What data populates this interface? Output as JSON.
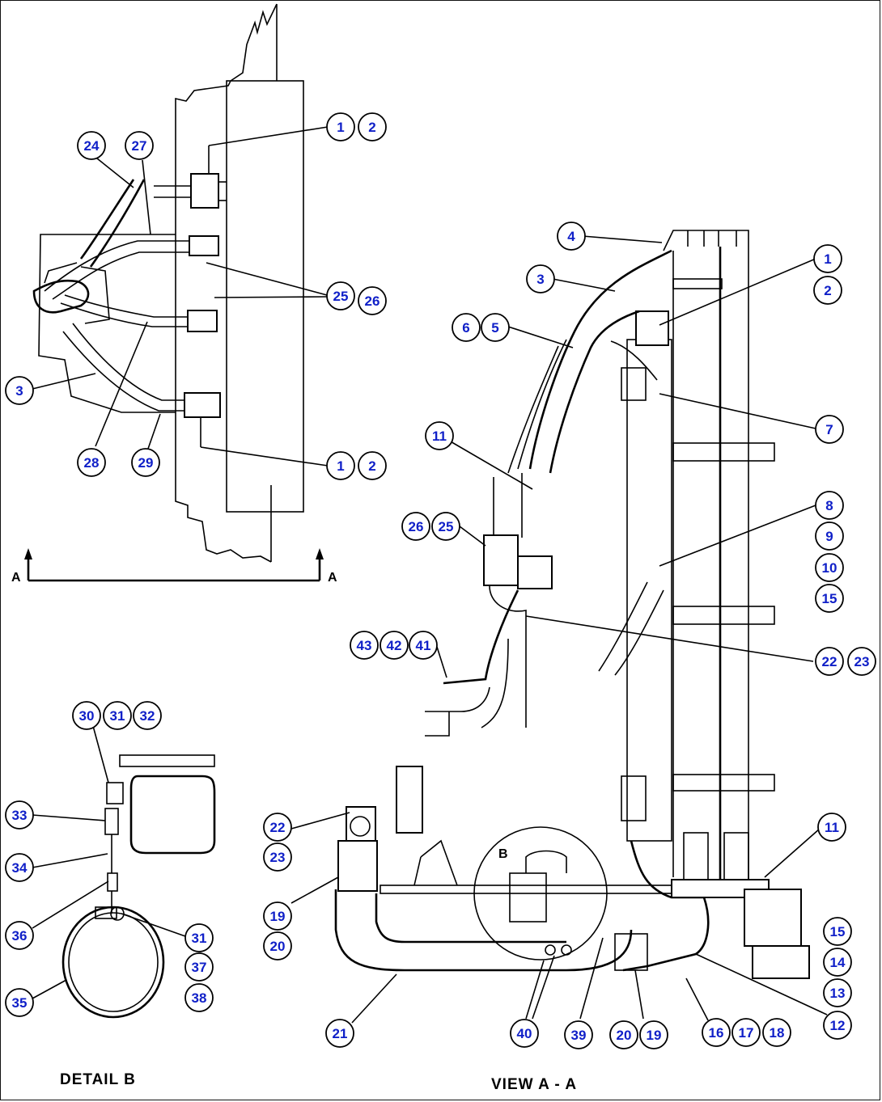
{
  "captions": {
    "detail_b": "DETAIL B",
    "view_aa": "VIEW A - A",
    "section_a_left": "A",
    "section_a_right": "A",
    "detail_marker": "B"
  },
  "callouts": {
    "top_left": [
      "1",
      "2",
      "24",
      "27",
      "25",
      "26",
      "3",
      "28",
      "29",
      "1",
      "2"
    ],
    "view": [
      "4",
      "3",
      "1",
      "2",
      "6",
      "5",
      "7",
      "11",
      "26",
      "25",
      "8",
      "9",
      "10",
      "15",
      "43",
      "42",
      "41",
      "22",
      "23",
      "11",
      "22",
      "23",
      "19",
      "20",
      "15",
      "14",
      "13",
      "12",
      "21",
      "40",
      "39",
      "20",
      "19",
      "16",
      "17",
      "18"
    ],
    "detail": [
      "30",
      "31",
      "32",
      "33",
      "34",
      "36",
      "31",
      "37",
      "38",
      "35"
    ]
  },
  "colors": {
    "callout_text": "#1020c8",
    "line": "#000000"
  }
}
